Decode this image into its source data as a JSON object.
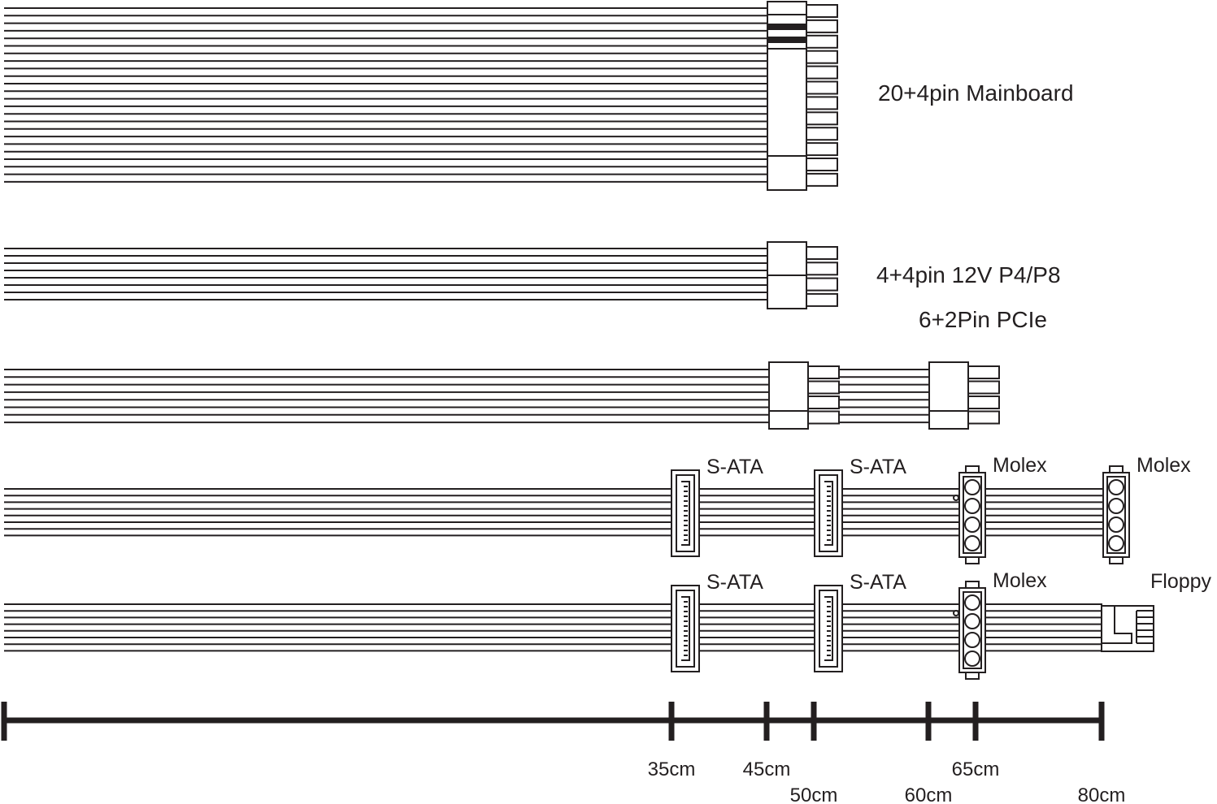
{
  "cables": {
    "mainboard_label": "20+4pin Mainboard",
    "cpu_label": "4+4pin 12V P4/P8",
    "pcie_label": "6+2Pin PCIe"
  },
  "sata_molex_cable": {
    "connector1": "S-ATA",
    "connector2": "S-ATA",
    "connector3": "Molex",
    "connector4": "Molex"
  },
  "sata_floppy_cable": {
    "connector1": "S-ATA",
    "connector2": "S-ATA",
    "connector3": "Molex",
    "connector4": "Floppy"
  },
  "ruler": {
    "ticks": [
      "35cm",
      "45cm",
      "50cm",
      "60cm",
      "65cm",
      "80cm"
    ]
  },
  "colors": {
    "stroke": "#231f20",
    "background": "#ffffff"
  }
}
